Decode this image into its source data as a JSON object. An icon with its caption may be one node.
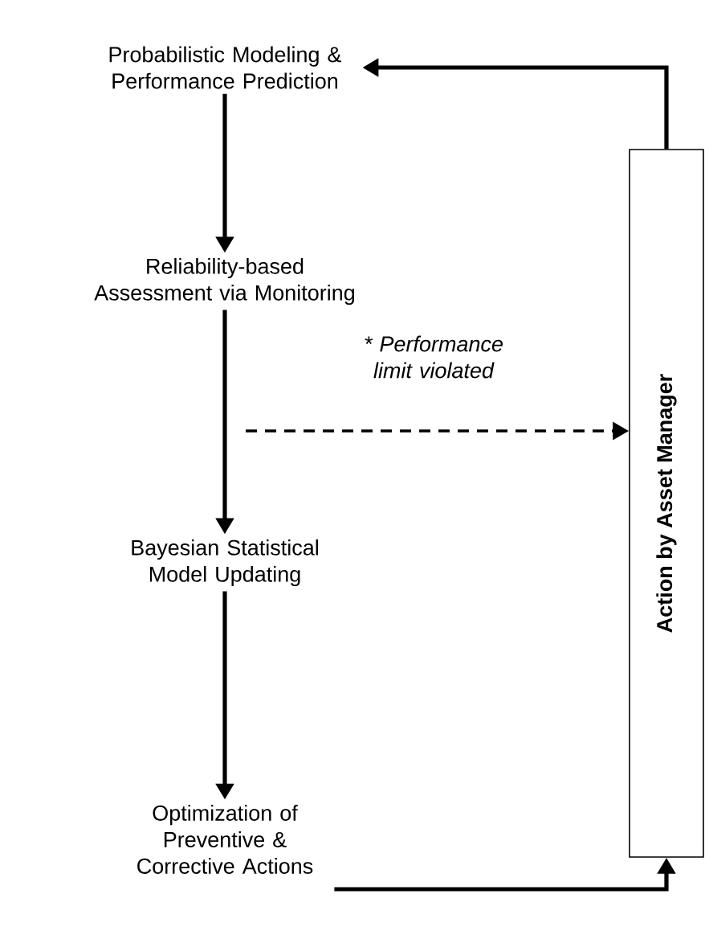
{
  "diagram": {
    "nodes": [
      {
        "text": [
          "Probabilistic Modeling & Performance Prediction"
        ]
      },
      {
        "text": [
          "Reliability-based Assessment via Monitoring"
        ]
      },
      {
        "text": [
          "Bayesian Statistical Model Updating"
        ]
      },
      {
        "text": [
          "Optimization of Preventive & Corrective Actions"
        ]
      },
      {
        "text": [
          "Action by Asset Manager"
        ]
      }
    ],
    "edges": [
      {
        "from": 0,
        "to": 1,
        "arrow": "to"
      },
      {
        "from": 1,
        "to": 2,
        "arrow": "to"
      },
      {
        "from": null,
        "to": 4,
        "arrow": "to",
        "style": "dashed",
        "label": "* Performance limit violated"
      },
      {
        "from": 2,
        "to": 3,
        "arrow": "to"
      },
      {
        "from": 3,
        "to": 4,
        "arrow": "to"
      },
      {
        "from": 4,
        "to": 0,
        "arrow": "to"
      }
    ]
  }
}
